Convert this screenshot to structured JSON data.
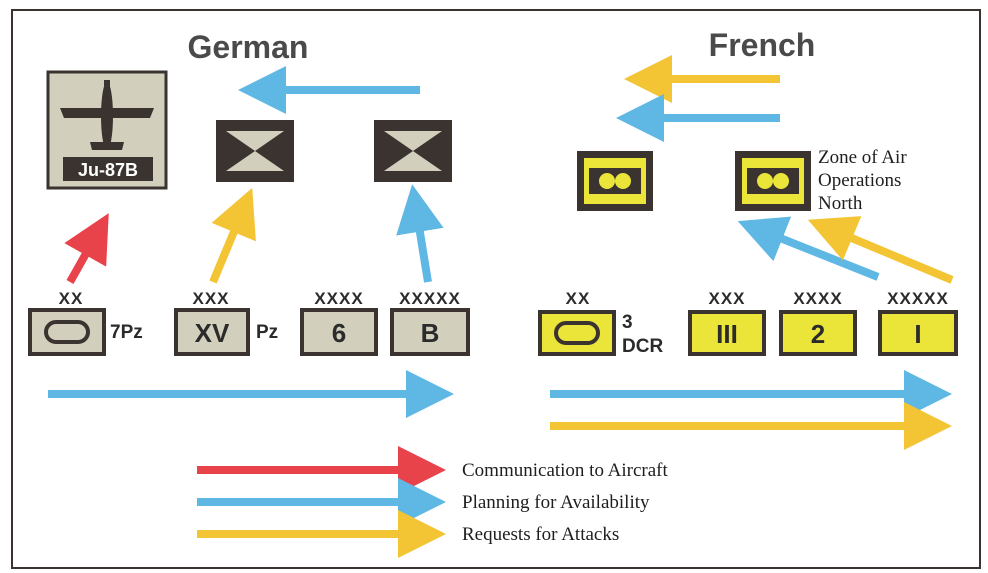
{
  "headers": {
    "german": "German",
    "french": "French"
  },
  "aircraft": {
    "label": "Ju-87B"
  },
  "zone_label": [
    "Zone of Air",
    "Operations",
    "North"
  ],
  "german_units": [
    {
      "echelon": "XX",
      "text": "",
      "side_label": "7Pz"
    },
    {
      "echelon": "XXX",
      "text": "XV",
      "side_label": "Pz"
    },
    {
      "echelon": "XXXX",
      "text": "6",
      "side_label": ""
    },
    {
      "echelon": "XXXXX",
      "text": "B",
      "side_label": ""
    }
  ],
  "french_units": [
    {
      "echelon": "XX",
      "text": "",
      "side_label_top": "3",
      "side_label_bottom": "DCR"
    },
    {
      "echelon": "XXX",
      "text": "III"
    },
    {
      "echelon": "XXXX",
      "text": "2"
    },
    {
      "echelon": "XXXXX",
      "text": "I"
    }
  ],
  "legend": [
    {
      "label": "Communication to Aircraft",
      "color": "#e8434a"
    },
    {
      "label": "Planning for Availability",
      "color": "#5fb8e4"
    },
    {
      "label": "Requests for Attacks",
      "color": "#f3c534"
    }
  ],
  "colors": {
    "red": "#e8434a",
    "blue": "#5fb8e4",
    "yellow": "#f3c534",
    "german_unit": "#d2d0bd",
    "french_unit": "#ebe53a",
    "hq": "#3a3330"
  }
}
